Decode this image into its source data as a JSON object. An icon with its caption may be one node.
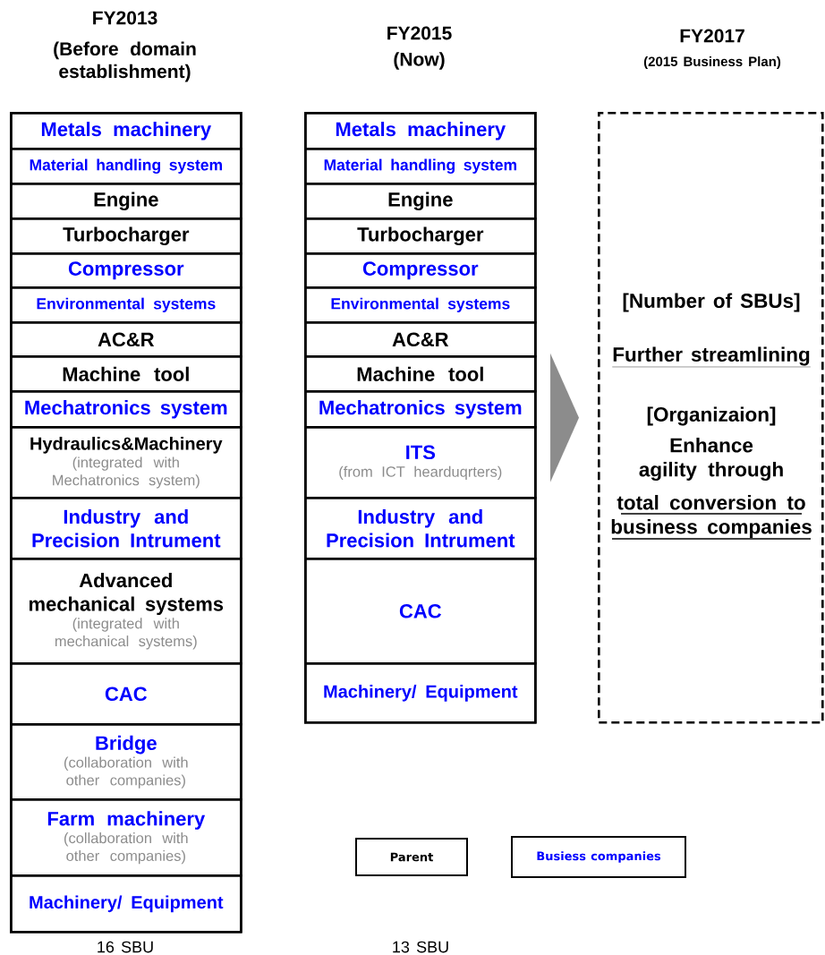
{
  "diagram": {
    "nodes": [
      {
        "text": [
          "FY2013",
          "(Before domain establishment)"
        ]
      },
      {
        "text": [
          "Metals machinery"
        ],
        "in": 0
      },
      {
        "text": [
          "Material handling system"
        ],
        "in": 0
      },
      {
        "text": [
          "Engine"
        ],
        "in": 0
      },
      {
        "text": [
          "Turbocharger"
        ],
        "in": 0
      },
      {
        "text": [
          "Compressor"
        ],
        "in": 0
      },
      {
        "text": [
          "Environmental systems"
        ],
        "in": 0
      },
      {
        "text": [
          "AC&R"
        ],
        "in": 0
      },
      {
        "text": [
          "Machine tool"
        ],
        "in": 0
      },
      {
        "text": [
          "Mechatronics system"
        ],
        "in": 0
      },
      {
        "text": [
          "Hydraulics&Machinery",
          "(integrated with Mechatronics system)"
        ],
        "in": 0
      },
      {
        "text": [
          "Industry and Precision Intrument"
        ],
        "in": 0
      },
      {
        "text": [
          "Advanced mechanical systems",
          "(integrated with mechanical systems)"
        ],
        "in": 0
      },
      {
        "text": [
          "CAC"
        ],
        "in": 0
      },
      {
        "text": [
          "Bridge",
          "(collaboration with other companies)"
        ],
        "in": 0
      },
      {
        "text": [
          "Farm machinery",
          "(collaboration with other companies)"
        ],
        "in": 0
      },
      {
        "text": [
          "Machinery/ Equipment"
        ],
        "in": 0
      },
      {
        "text": [
          "FY2015",
          "(Now)"
        ]
      },
      {
        "text": [
          "Metals machinery"
        ],
        "in": 17
      },
      {
        "text": [
          "Material handling system"
        ],
        "in": 17
      },
      {
        "text": [
          "Engine"
        ],
        "in": 17
      },
      {
        "text": [
          "Turbocharger"
        ],
        "in": 17
      },
      {
        "text": [
          "Compressor"
        ],
        "in": 17
      },
      {
        "text": [
          "Environmental systems"
        ],
        "in": 17
      },
      {
        "text": [
          "AC&R"
        ],
        "in": 17
      },
      {
        "text": [
          "Machine tool"
        ],
        "in": 17
      },
      {
        "text": [
          "Mechatronics system"
        ],
        "in": 17
      },
      {
        "text": [
          "ITS",
          "(from ICT hearduqrters)"
        ],
        "in": 17
      },
      {
        "text": [
          "Industry and Precision Intrument"
        ],
        "in": 17
      },
      {
        "text": [
          "CAC"
        ],
        "in": 17
      },
      {
        "text": [
          "Machinery/ Equipment"
        ],
        "in": 17
      },
      {
        "text": [
          "FY2017",
          "(2015 Business Plan)",
          "[Number of SBUs]",
          "Further streamlining",
          "[Organizaion]",
          "Enhance agility through",
          "total conversion to business companies"
        ]
      }
    ],
    "edges": [
      {
        "from": 17,
        "to": 31,
        "arrow": "to"
      }
    ],
    "labels": [
      "16 SBU",
      "13 SBU"
    ],
    "legend": [
      {
        "text": "Parent",
        "color": "#000000"
      },
      {
        "text": "Busiess companies",
        "color": "#0000ff"
      }
    ]
  }
}
